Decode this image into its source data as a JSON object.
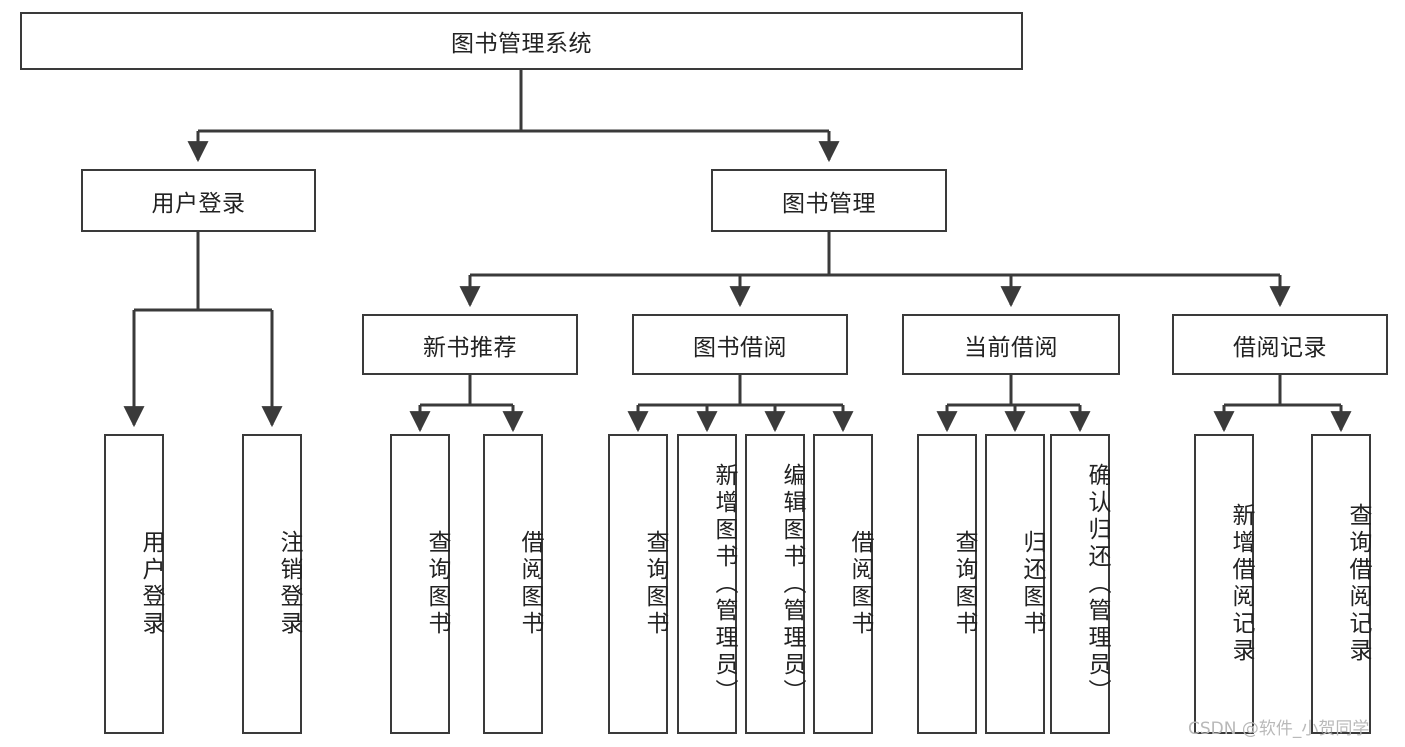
{
  "diagram": {
    "type": "tree-hierarchy",
    "title": "图书管理系统",
    "watermark": "CSDN @软件_小贺同学",
    "colors": {
      "box_border": "#3a3a3a",
      "box_fill": "#ffffff",
      "edge": "#3a3a3a",
      "text": "#222222",
      "watermark": "#b9b9b9"
    },
    "nodes": {
      "root": {
        "label": "图书管理系统"
      },
      "level2": [
        {
          "id": "user-login",
          "label": "用户登录"
        },
        {
          "id": "book-manage",
          "label": "图书管理"
        }
      ],
      "level3": [
        {
          "id": "new-book-recommend",
          "label": "新书推荐"
        },
        {
          "id": "book-borrow",
          "label": "图书借阅"
        },
        {
          "id": "current-borrow",
          "label": "当前借阅"
        },
        {
          "id": "borrow-record",
          "label": "借阅记录"
        }
      ],
      "leaves": {
        "user_login": [
          {
            "id": "leaf-user-login",
            "label": "用户登录"
          },
          {
            "id": "leaf-logout-login",
            "label": "注销登录"
          }
        ],
        "new_book_recommend": [
          {
            "id": "leaf-query-book-1",
            "label": "查询图书"
          },
          {
            "id": "leaf-borrow-book-1",
            "label": "借阅图书"
          }
        ],
        "book_borrow": [
          {
            "id": "leaf-query-book-2",
            "label": "查询图书"
          },
          {
            "id": "leaf-add-book",
            "label": "新增图书（管理员）"
          },
          {
            "id": "leaf-edit-book",
            "label": "编辑图书（管理员）"
          },
          {
            "id": "leaf-borrow-book-2",
            "label": "借阅图书"
          }
        ],
        "current_borrow": [
          {
            "id": "leaf-query-book-3",
            "label": "查询图书"
          },
          {
            "id": "leaf-return-book",
            "label": "归还图书"
          },
          {
            "id": "leaf-confirm-return",
            "label": "确认归还（管理员）"
          }
        ],
        "borrow_record": [
          {
            "id": "leaf-add-record",
            "label": "新增借阅记录"
          },
          {
            "id": "leaf-query-record",
            "label": "查询借阅记录"
          }
        ]
      }
    }
  }
}
